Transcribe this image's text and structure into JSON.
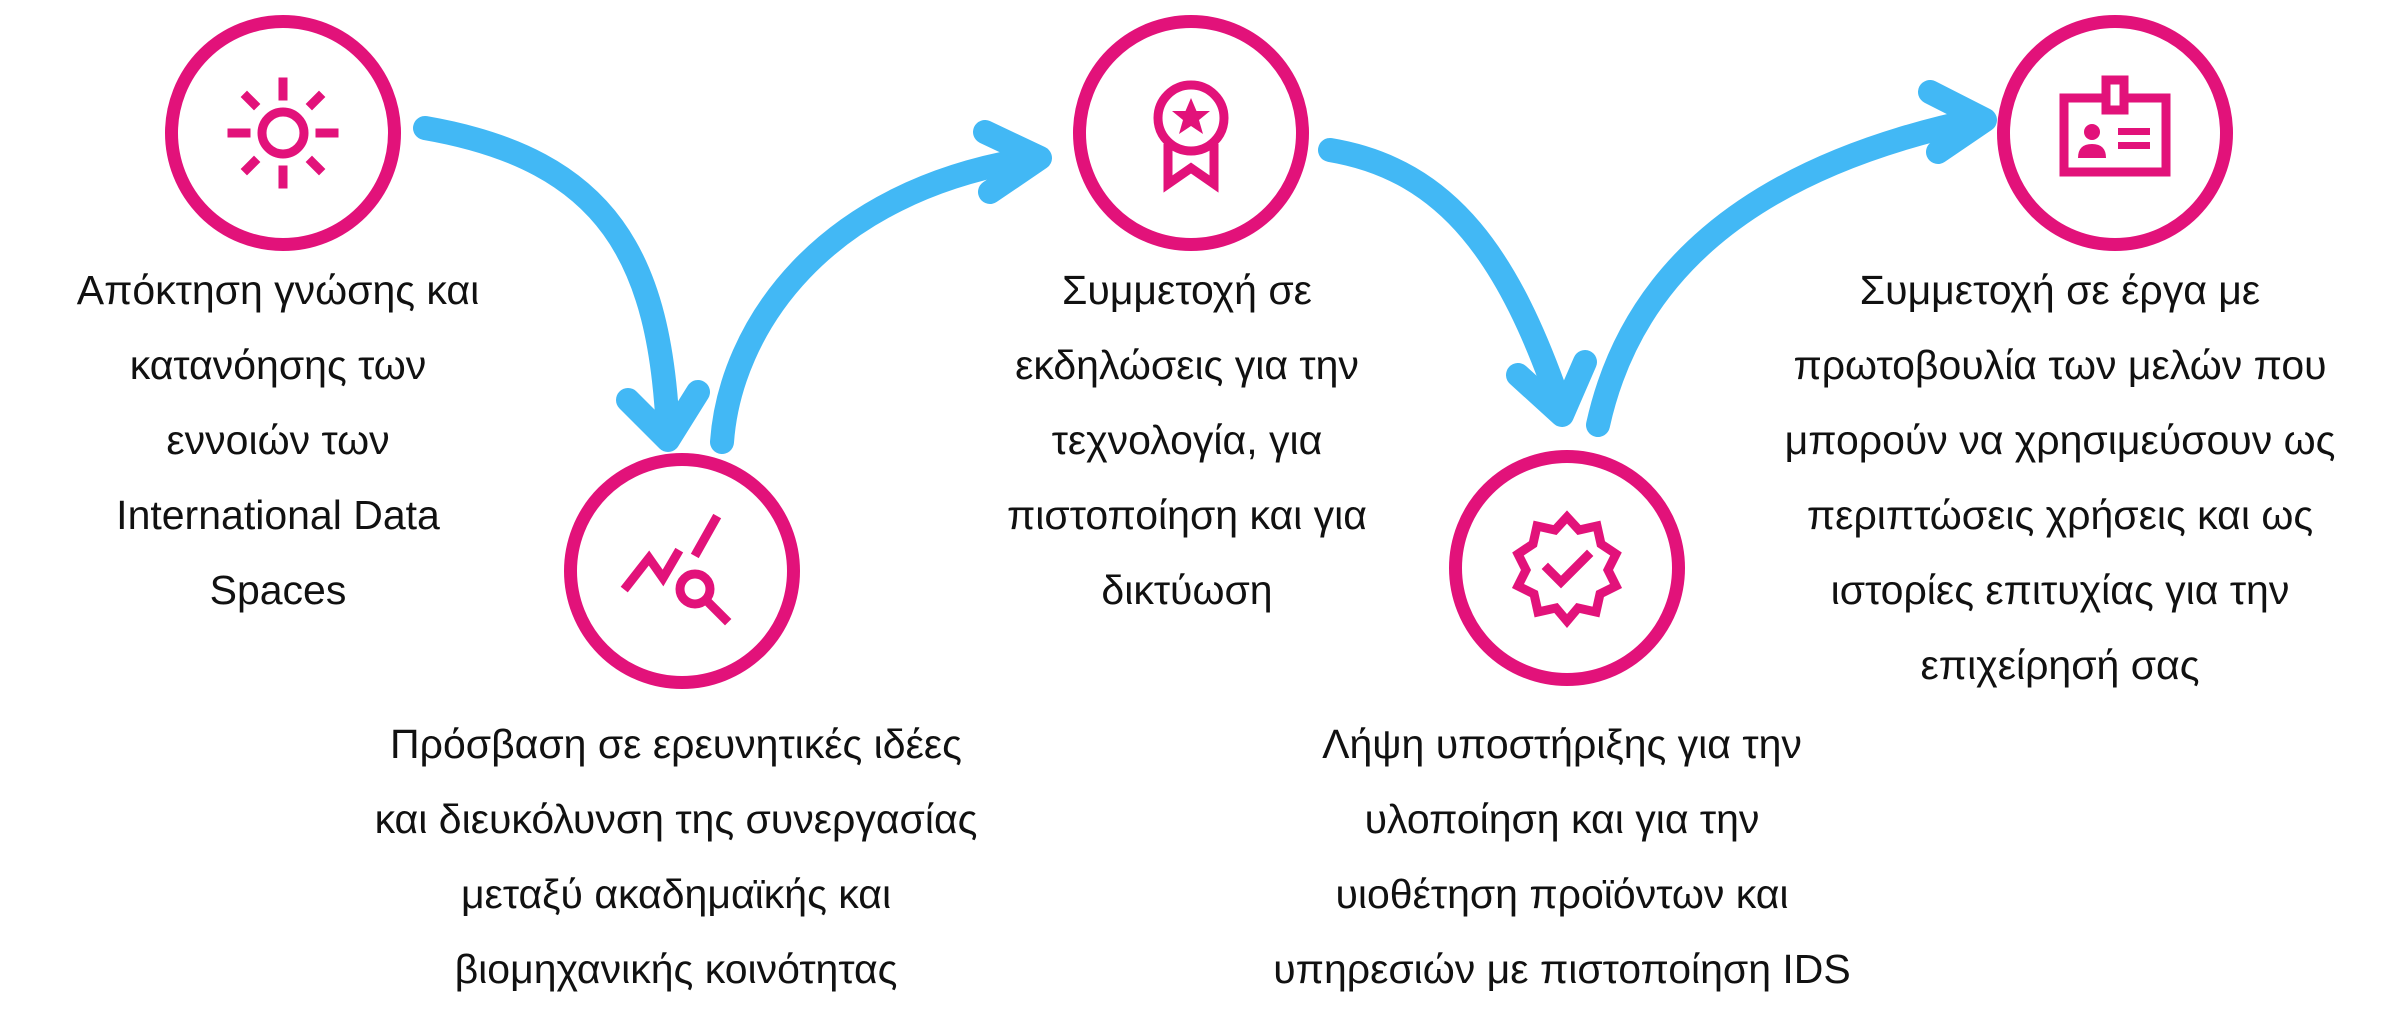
{
  "colors": {
    "accent": "#e2127a",
    "arrow": "#42b8f5",
    "text": "#111111"
  },
  "steps": [
    {
      "icon": "sun-icon",
      "lines": [
        "Απόκτηση γνώσης και",
        "κατανόησης των",
        "εννοιών των",
        "International Data",
        "Spaces"
      ]
    },
    {
      "icon": "chart-search-icon",
      "lines": [
        "Πρόσβαση σε ερευνητικές ιδέες",
        "και διευκόλυνση της συνεργασίας",
        "μεταξύ ακαδημαϊκής και",
        "βιομηχανικής κοινότητας"
      ]
    },
    {
      "icon": "award-badge-icon",
      "lines": [
        "Συμμετοχή σε",
        "εκδηλώσεις για την",
        "τεχνολογία, για",
        "πιστοποίηση και για",
        "δικτύωση"
      ]
    },
    {
      "icon": "verified-badge-icon",
      "lines": [
        "Λήψη υποστήριξης για την",
        "υλοποίηση και για την",
        "υιοθέτηση προϊόντων και",
        "υπηρεσιών με πιστοποίηση IDS"
      ]
    },
    {
      "icon": "id-card-icon",
      "lines": [
        "Συμμετοχή σε έργα με",
        "πρωτοβουλία των μελών που",
        "μπορούν να χρησιμεύσουν ως",
        "περιπτώσεις χρήσεις και ως",
        "ιστορίες επιτυχίας για την",
        "επιχείρησή σας"
      ]
    }
  ]
}
